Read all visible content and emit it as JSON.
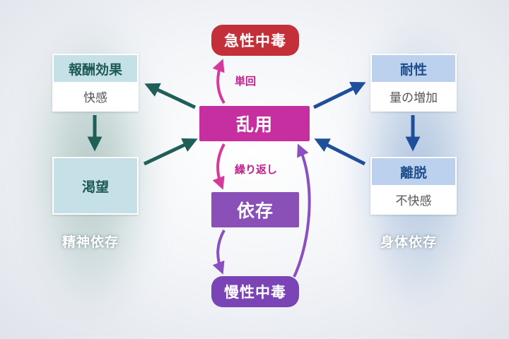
{
  "center": {
    "acute": "急性中毒",
    "abuse": "乱用",
    "dependence": "依存",
    "chronic": "慢性中毒",
    "label_once": "単回",
    "label_repeat": "繰り返し"
  },
  "psychological": {
    "reward_title": "報酬効果",
    "reward_sub": "快感",
    "craving": "渇望",
    "caption": "精神依存"
  },
  "physical": {
    "tolerance_title": "耐性",
    "tolerance_sub": "量の増加",
    "withdrawal_title": "離脱",
    "withdrawal_sub": "不快感",
    "caption": "身体依存"
  },
  "colors": {
    "acute": "#c4303a",
    "abuse": "#c62fa0",
    "dependence": "#8a50b8",
    "chronic": "#7a44b6",
    "green_arrow": "#1f5f58",
    "blue_arrow": "#1f4e9a",
    "magenta_arrow": "#d43a9c",
    "purple_arrow": "#8a50c0"
  }
}
